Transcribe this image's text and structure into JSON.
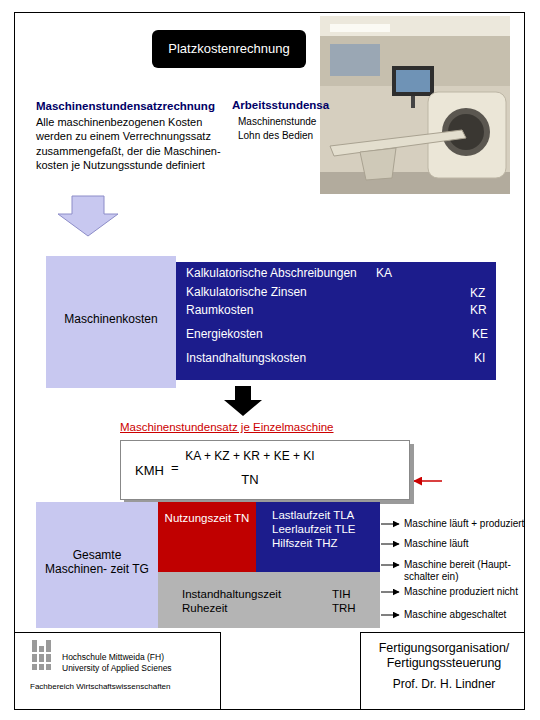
{
  "diagram": {
    "nodes": [
      {
        "text": [
          "Platzkostenrechnung"
        ]
      },
      {
        "text": [
          "Maschinenkosten"
        ]
      },
      {
        "text": [
          "Kalkulatorische Abschreibungen",
          "KA",
          "Kalkulatorische Zinsen",
          "KZ",
          "Raumkosten",
          "KR",
          "Energiekosten",
          "KE",
          "Instandhaltungskosten",
          "KI"
        ]
      },
      {
        "text": [
          "KMH",
          "=",
          "KA + KZ + KR + KE + KI",
          "TN"
        ]
      },
      {
        "text": [
          "Gesamte Maschinen- zeit TG"
        ]
      },
      {
        "text": [
          "Nutzungszeit TN"
        ]
      },
      {
        "text": [
          "Lastlaufzeit TLA",
          "Leerlaufzeit TLE",
          "Hilfszeit THZ"
        ]
      },
      {
        "text": [
          "Instandhaltungszeit",
          "TIH",
          "Ruhezeit",
          "TRH"
        ]
      }
    ],
    "labels": [
      "Maschinenstundensatzrechnung",
      "Arbeitsstundensa",
      "Alle maschinenbezogenen Kosten werden zu einem Verrechnungssatz zusammengefaßt, der die Maschinen- kosten je Nutzungsstunde definiert",
      "Maschinenstunde",
      "Lohn des Bedien",
      "Maschinenstundensatz je Einzelmaschine",
      "Maschine läuft + produziert",
      "Maschine läuft",
      "Maschine bereit (Haupt- schalter ein)",
      "Maschine produziert nicht",
      "Maschine abgeschaltet",
      "Hochschule Mittweida (FH)",
      "University of Applied Scienes",
      "Fachbereich Wirtschaftswissenschaften",
      "Fertigungsorganisation/ Fertigungssteuerung",
      "Prof. Dr. H. Lindner"
    ]
  }
}
